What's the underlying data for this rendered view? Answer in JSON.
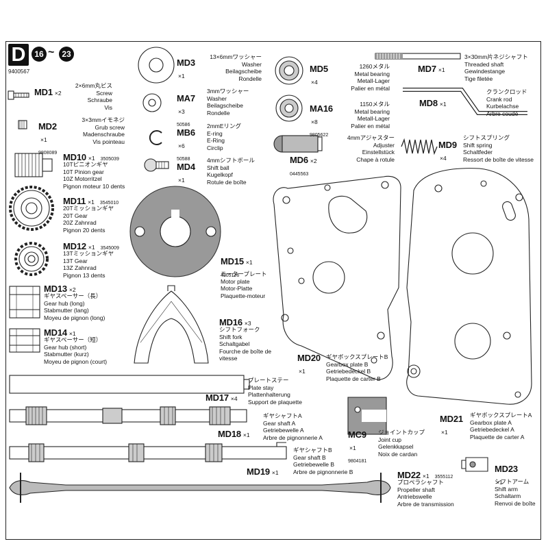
{
  "sheet": {
    "letter": "D",
    "step_from": "16",
    "step_sep": "~",
    "step_to": "23",
    "code": "9400567"
  },
  "parts": [
    {
      "id": "MD1",
      "qty": "×2",
      "names": [
        "2×6mm丸ビス",
        "Screw",
        "Schraube",
        "Vis"
      ]
    },
    {
      "id": "MD2",
      "qty": "×1",
      "code": "9808089",
      "names": [
        "3×3mmイモネジ",
        "Grub screw",
        "Madenschraube",
        "Vis pointeau"
      ]
    },
    {
      "id": "MD10",
      "qty": "×1",
      "code": "3505039",
      "names": [
        "10Tピニオンギヤ",
        "10T Pinion gear",
        "10Z Motorritzel",
        "Pignon moteur 10 dents"
      ]
    },
    {
      "id": "MD11",
      "qty": "×1",
      "code": "3545010",
      "names": [
        "20Tミッションギヤ",
        "20T Gear",
        "20Z Zahnrad",
        "Pignon 20 dents"
      ]
    },
    {
      "id": "MD12",
      "qty": "×1",
      "code": "3545009",
      "names": [
        "13Tミッションギヤ",
        "13T Gear",
        "13Z Zahnrad",
        "Pignon 13 dents"
      ]
    },
    {
      "id": "MD13",
      "qty": "×2",
      "names": [
        "ギヤスペーサー（長）",
        "Gear hub (long)",
        "Stabmutter (lang)",
        "Moyeu de pignon (long)"
      ]
    },
    {
      "id": "MD14",
      "qty": "×1",
      "names": [
        "ギヤスペーサー（短）",
        "Gear hub (short)",
        "Stabmutter (kurz)",
        "Moyeu de pignon (court)"
      ]
    },
    {
      "id": "MD3",
      "qty": "×1",
      "names": [
        "13×6mmワッシャー",
        "Washer",
        "Beilagscheibe",
        "Rondelle"
      ]
    },
    {
      "id": "MA7",
      "qty": "×3",
      "code": "50586",
      "names": [
        "3mmワッシャー",
        "Washer",
        "Beilagscheibe",
        "Rondelle"
      ]
    },
    {
      "id": "MB6",
      "qty": "×6",
      "code": "50588",
      "names": [
        "2mmEリング",
        "E-ring",
        "E-Ring",
        "Circlip"
      ]
    },
    {
      "id": "MD4",
      "qty": "×1",
      "names": [
        "4mmシフトボール",
        "Shift ball",
        "Kugelkopf",
        "Rotule de boîte"
      ]
    },
    {
      "id": "MD5",
      "qty": "×4",
      "names": [
        "1260メタル",
        "Metal bearing",
        "Metall-Lager",
        "Palier en métal"
      ]
    },
    {
      "id": "MA16",
      "qty": "×8",
      "code": "9805622",
      "names": [
        "1150メタル",
        "Metal bearing",
        "Metall-Lager",
        "Palier en métal"
      ]
    },
    {
      "id": "MD6",
      "qty": "×2",
      "code": "0445563",
      "names": [
        "4mmアジャスター",
        "Adjuster",
        "Einstellstück",
        "Chape à rotule"
      ]
    },
    {
      "id": "MD7",
      "qty": "×1",
      "names": [
        "3×30mm片ネジシャフト",
        "Threaded shaft",
        "Gewindestange",
        "Tige filetée"
      ]
    },
    {
      "id": "MD8",
      "qty": "×1",
      "names": [
        "クランクロッド",
        "Crank rod",
        "Kurbelachse",
        "Arbre coudé"
      ]
    },
    {
      "id": "MD9",
      "qty": "×4",
      "names": [
        "シフトスプリング",
        "Shift spring",
        "Schaltfeder",
        "Ressort de boîte de vitesse"
      ]
    },
    {
      "id": "MD15",
      "qty": "×1",
      "code": "4305126",
      "names": [
        "モータープレート",
        "Motor plate",
        "Motor-Platte",
        "Plaquette-moteur"
      ]
    },
    {
      "id": "MD16",
      "qty": "×3",
      "names": [
        "シフトフォーク",
        "Shift fork",
        "Schaltgabel",
        "Fourche de boîte de",
        "vitesse"
      ]
    },
    {
      "id": "MD20",
      "qty": "×1",
      "names": [
        "ギヤボックスプレートB",
        "Gearbox plate B",
        "Getriebedeckel B",
        "Plaquette de carter B"
      ]
    },
    {
      "id": "MD21",
      "qty": "×1",
      "names": [
        "ギヤボックスプレートA",
        "Gearbox plate A",
        "Getriebedeckel A",
        "Plaquette de carter A"
      ]
    },
    {
      "id": "MD17",
      "qty": "×4",
      "names": [
        "プレートステー",
        "Plate stay",
        "Plattenhalterung",
        "Support de plaquette"
      ]
    },
    {
      "id": "MD18",
      "qty": "×1",
      "names": [
        "ギヤシャフトA",
        "Gear shaft A",
        "Getriebewelle A",
        "Arbre de pignonnerie A"
      ]
    },
    {
      "id": "MC9",
      "qty": "×1",
      "code": "9804181",
      "names": [
        "ジョイントカップ",
        "Joint cup",
        "Gelenkkapsel",
        "Noix de cardan"
      ]
    },
    {
      "id": "MD19",
      "qty": "×1",
      "names": [
        "ギヤシャフトB",
        "Gear shaft B",
        "Getriebewelle B",
        "Arbre de pignonnerie B"
      ]
    },
    {
      "id": "MD22",
      "qty": "×1",
      "code": "3555112",
      "names": [
        "プロペラシャフト",
        "Propeller shaft",
        "Antriebswelle",
        "Arbre de transmission"
      ]
    },
    {
      "id": "MD23",
      "qty": "×1",
      "names": [
        "シフトアーム",
        "Shift arm",
        "Schaltarm",
        "Renvoi de boîte"
      ]
    }
  ]
}
